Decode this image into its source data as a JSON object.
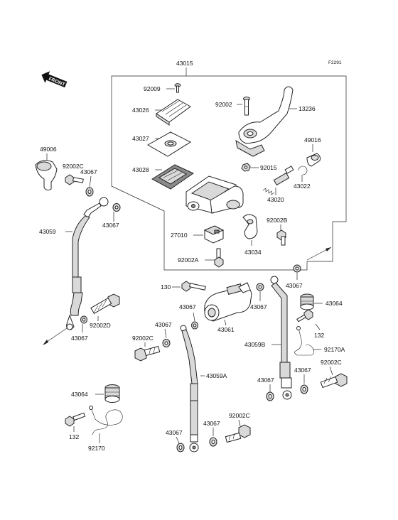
{
  "diagram_code": "F2291",
  "front_label": "FRONT",
  "parts": {
    "p43015": "43015",
    "p92009": "92009",
    "p43026": "43026",
    "p92002_top": "92002",
    "p13236": "13236",
    "p43027": "43027",
    "p49016": "49016",
    "p43028": "43028",
    "p92015": "92015",
    "p43022": "43022",
    "p43020": "43020",
    "p49006": "49006",
    "p92002C_a": "92002C",
    "p43067_a": "43067",
    "p43067_b": "43067",
    "p43059": "43059",
    "p27010": "27010",
    "p92002B": "92002B",
    "p43034": "43034",
    "p92002A": "92002A",
    "p43067_c": "43067",
    "p130": "130",
    "p43067_d": "43067",
    "p43067_e": "43067",
    "p43064_a": "43064",
    "p92002D": "92002D",
    "p43061": "43061",
    "p43067_f": "43067",
    "p132_a": "132",
    "p43067_g": "43067",
    "p92002C_b": "92002C",
    "p43059B": "43059B",
    "p92170A": "92170A",
    "p43067_h": "43067",
    "p92002C_c": "92002C",
    "p43059A": "43059A",
    "p43067_i": "43067",
    "p43064_b": "43064",
    "p92002C_d": "92002C",
    "p132_b": "132",
    "p43067_j": "43067",
    "p43067_k": "43067",
    "p92170": "92170"
  }
}
